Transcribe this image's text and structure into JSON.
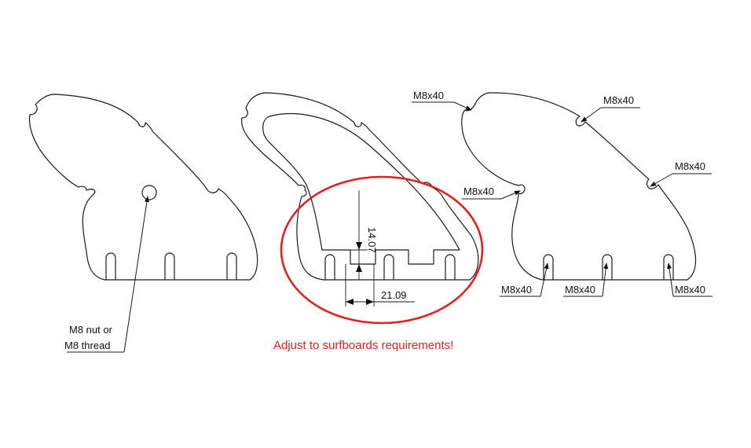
{
  "left_fin": {
    "callout_line1": "M8 nut or",
    "callout_line2": "M8 thread"
  },
  "middle_fin": {
    "dim_vertical": "14.07",
    "dim_horizontal": "21.09",
    "note": "Adjust to surfboards requirements!",
    "note_color": "#e0211f",
    "highlight_color": "#e0211f"
  },
  "right_fin": {
    "bolt_top_left": "M8x40",
    "bolt_top_middle": "M8x40",
    "bolt_upper_right": "M8x40",
    "bolt_inner_left": "M8x40",
    "bolt_bottom_left": "M8x40",
    "bolt_bottom_middle": "M8x40",
    "bolt_bottom_right": "M8x40"
  }
}
